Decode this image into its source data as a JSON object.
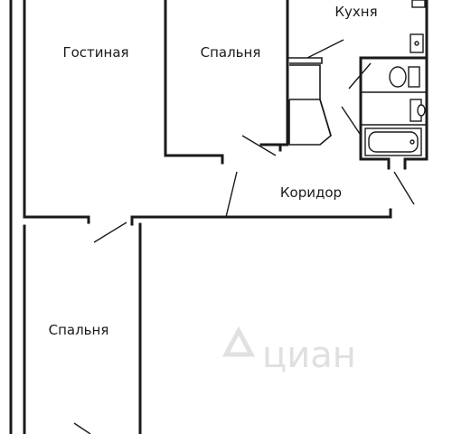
{
  "rooms": {
    "living": "Гостиная",
    "bedroom_top": "Спальня",
    "kitchen": "Кухня",
    "corridor": "Коридор",
    "bedroom_bottom": "Спальня"
  },
  "watermark": {
    "brand": "циан"
  },
  "colors": {
    "wall": "#1a1a1a",
    "background": "#ffffff",
    "watermark": "#c8c8c8"
  }
}
